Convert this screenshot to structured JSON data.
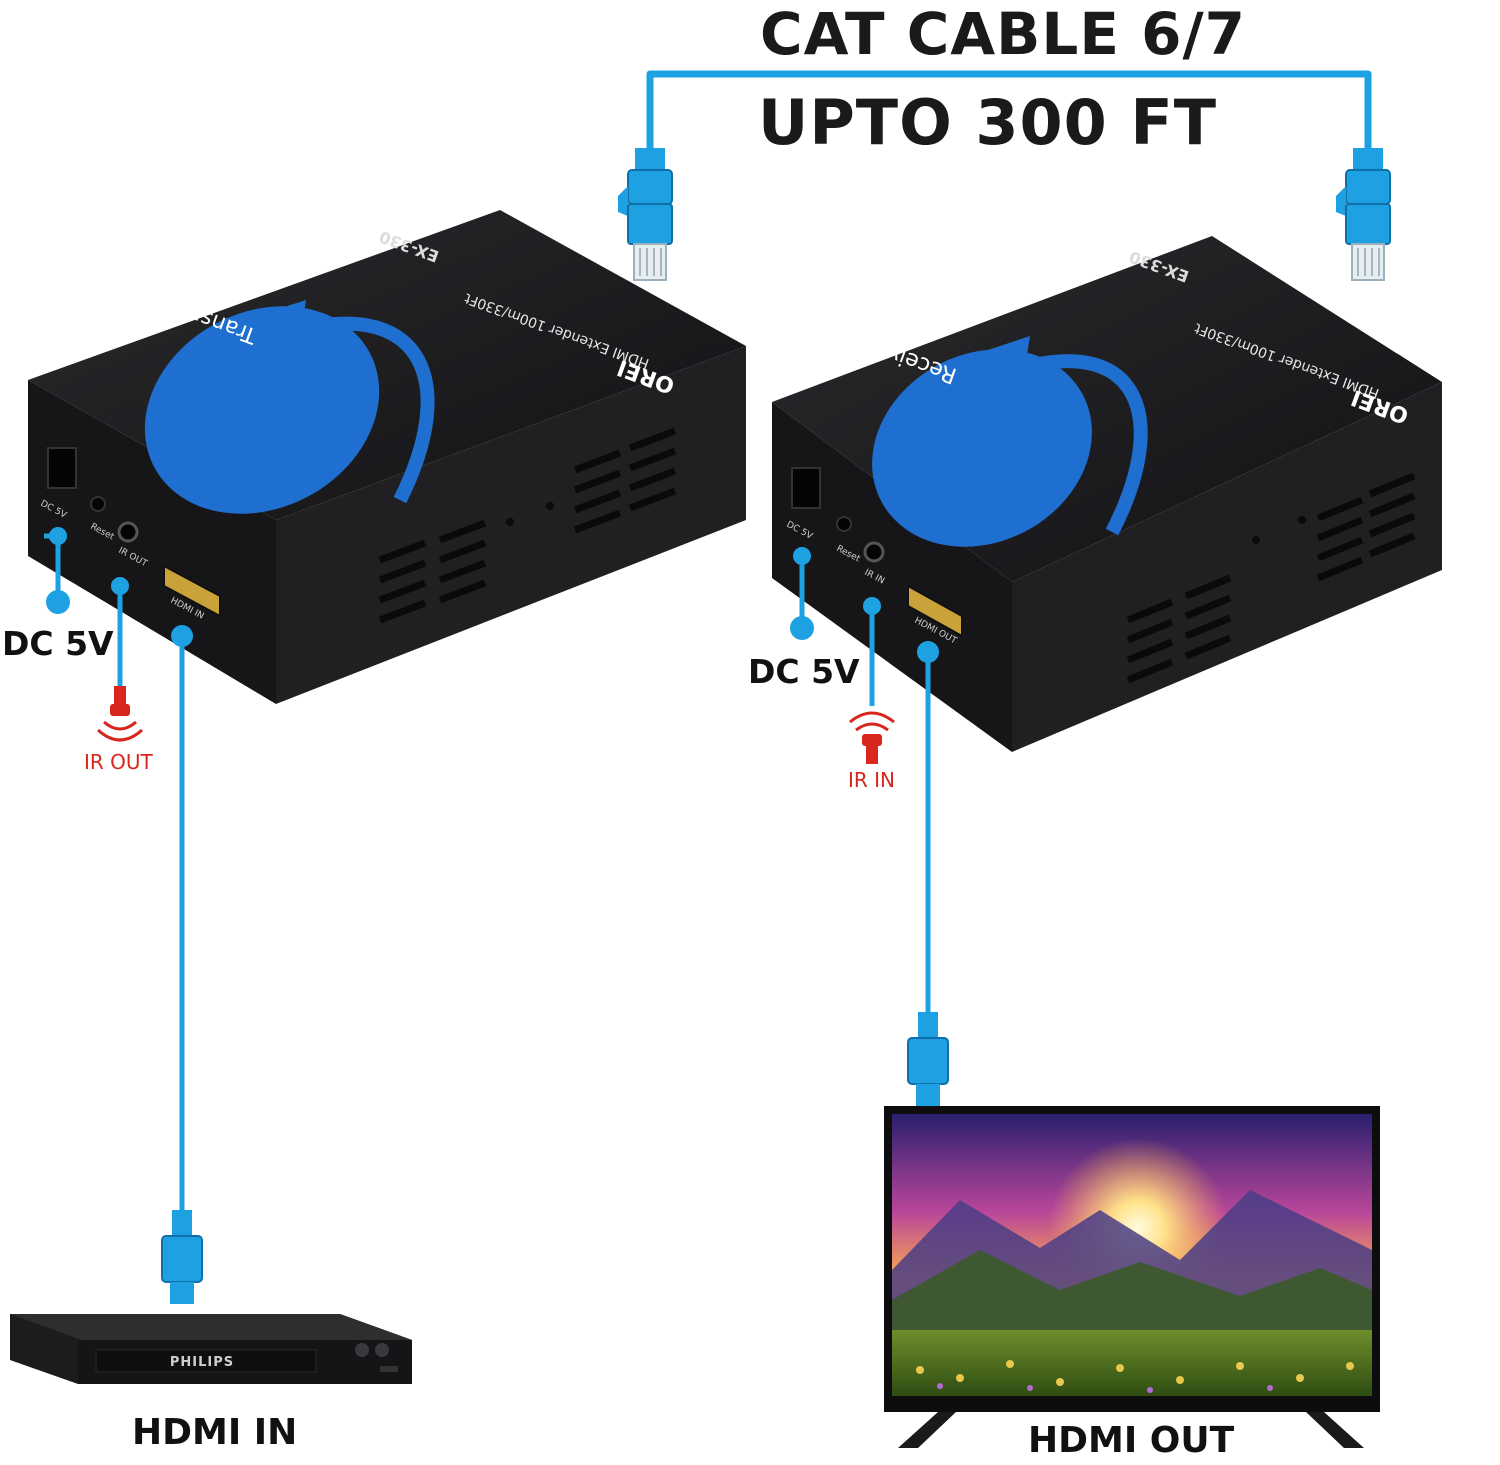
{
  "header": {
    "line1": "CAT CABLE 6/7",
    "line2": "UPTO 300 FT"
  },
  "transmitter": {
    "model": "EX-330",
    "product": "HDMI Extender 100m/330Ft",
    "brand": "OREI",
    "role": "Transmitter",
    "ports": {
      "dc": "DC 5V",
      "reset": "Reset",
      "ir": "IR OUT",
      "hdmi": "HDMI IN"
    }
  },
  "receiver": {
    "model": "EX-330",
    "product": "HDMI Extender 100m/330Ft",
    "brand": "OREI",
    "role": "Receiver",
    "ports": {
      "dc": "DC 5V",
      "reset": "Reset",
      "ir": "IR IN",
      "hdmi": "HDMI OUT"
    }
  },
  "callouts": {
    "tx_dc": "DC 5V",
    "tx_ir": "IR OUT",
    "rx_dc": "DC 5V",
    "rx_ir": "IR IN"
  },
  "source_device": {
    "brand": "PHILIPS",
    "caption": "HDMI IN"
  },
  "display_device": {
    "caption": "HDMI OUT"
  },
  "colors": {
    "cable": "#1da1e2",
    "device_blue": "#1e6fd0",
    "ir_red": "#d8261c",
    "housing": "#1c1c1e"
  }
}
